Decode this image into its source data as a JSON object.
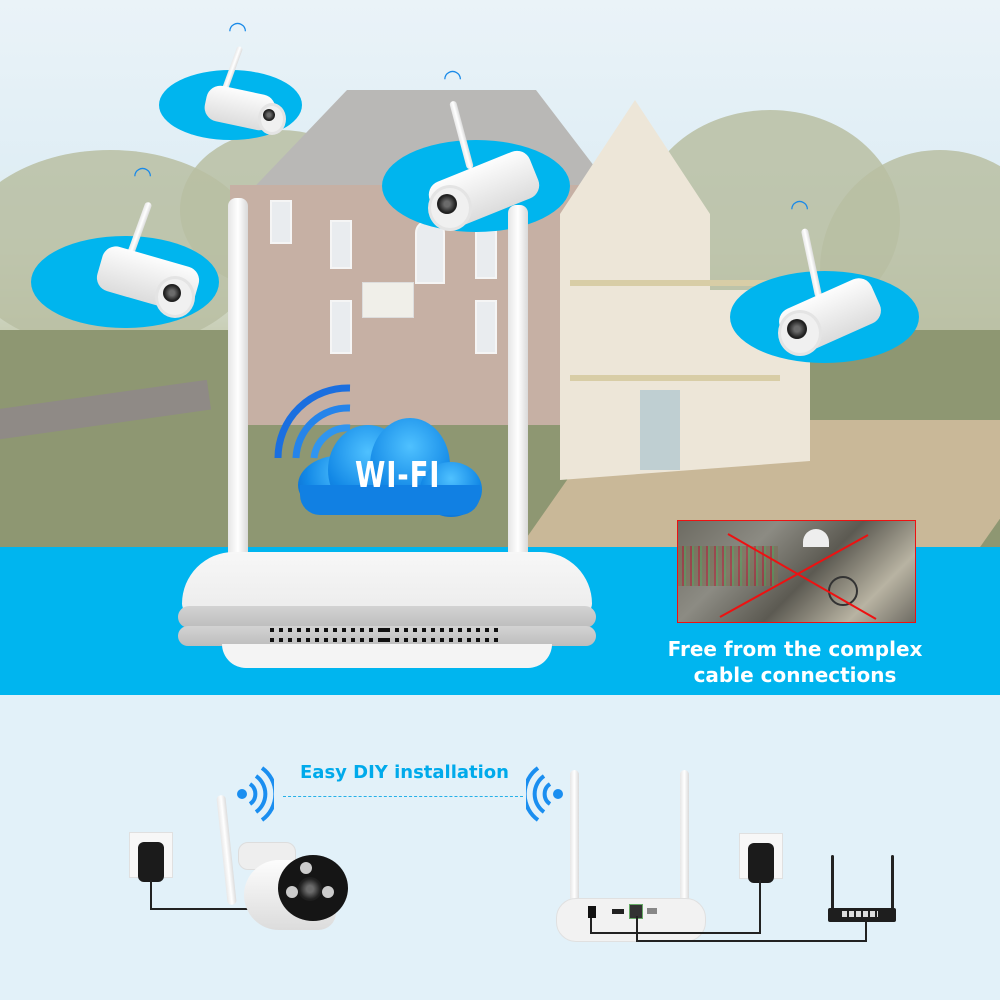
{
  "scene": {
    "background": "illustrated cutaway house with lawn and trees",
    "cameras": [
      {
        "id": "cam-top-left",
        "icon": "wifi-icon"
      },
      {
        "id": "cam-left",
        "icon": "wifi-icon"
      },
      {
        "id": "cam-center",
        "icon": "wifi-icon"
      },
      {
        "id": "cam-right",
        "icon": "wifi-icon"
      }
    ],
    "cloud_label": "WI-FI"
  },
  "band": {
    "photo_alt": "tangled cable connections crossed out",
    "caption_line1": "Free from the complex",
    "caption_line2": "cable connections"
  },
  "install": {
    "title": "Easy DIY installation",
    "left_wave": "wifi-signal-right-icon",
    "right_wave": "wifi-signal-left-icon"
  },
  "colors": {
    "accent_blue": "#00b5ef",
    "lower_bg": "#e2f1f9",
    "title_blue": "#00aaeb",
    "cross_red": "#e11111"
  }
}
